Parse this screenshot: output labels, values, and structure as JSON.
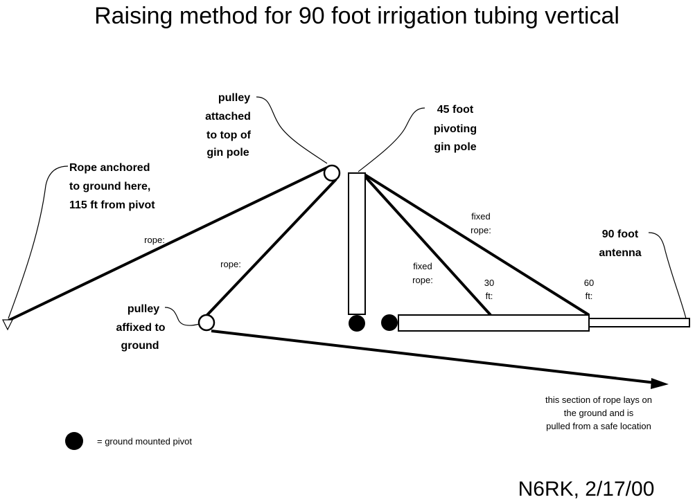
{
  "title": "Raising method for 90 foot irrigation tubing vertical",
  "labels": {
    "pulley_top": [
      "pulley",
      "attached",
      "to top of",
      "gin pole"
    ],
    "gin_pole": [
      "45 foot",
      "pivoting",
      "gin pole"
    ],
    "anchor": [
      "Rope anchored",
      "to ground here,",
      "115 ft from pivot"
    ],
    "pulley_ground": [
      "pulley",
      "affixed to",
      "ground"
    ],
    "antenna": [
      "90 foot",
      "antenna"
    ],
    "rope_upper": "rope:",
    "rope_lower": "rope:",
    "fixed_rope_1": [
      "fixed",
      "rope:"
    ],
    "fixed_rope_2": [
      "fixed",
      "rope:"
    ],
    "mark_30": [
      "30",
      "ft:"
    ],
    "mark_60": [
      "60",
      "ft:"
    ],
    "ground_note": [
      "this section of  rope lays on",
      "the ground and is",
      "pulled from a safe location"
    ],
    "legend": "= ground mounted pivot"
  },
  "signature": "N6RK, 2/17/00",
  "colors": {
    "ink": "#000000",
    "background": "#ffffff"
  },
  "icons": {
    "pulley": "circle-outline",
    "pivot": "filled-circle",
    "anchor": "triangle-down",
    "arrow": "arrowhead"
  }
}
